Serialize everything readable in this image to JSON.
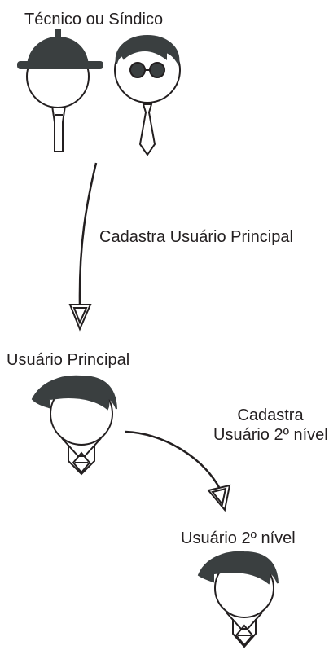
{
  "labels": {
    "top_group": "Técnico ou Síndico",
    "edge_1": "Cadastra Usuário Principal",
    "main_user": "Usuário Principal",
    "edge_2_line1": "Cadastra",
    "edge_2_line2": "Usuário 2º nível",
    "second_user": "Usuário 2º nível"
  },
  "colors": {
    "stroke": "#231f20",
    "fill_dark": "#3a3f40",
    "background": "#ffffff"
  },
  "icons": [
    "hard-hat-person-icon",
    "glasses-person-icon",
    "main-user-person-icon",
    "second-user-person-icon",
    "arrow-icon"
  ]
}
